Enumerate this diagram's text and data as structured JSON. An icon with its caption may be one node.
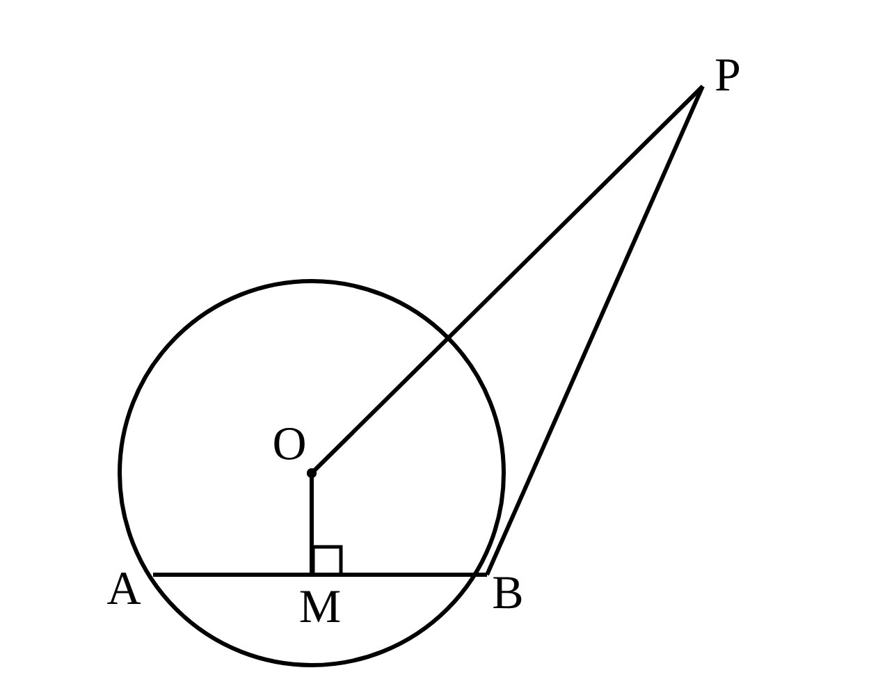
{
  "diagram": {
    "nodes": [
      {
        "text": [
          "P"
        ]
      },
      {
        "text": [
          "O"
        ]
      },
      {
        "text": [
          "A"
        ]
      },
      {
        "text": [
          "M"
        ]
      },
      {
        "text": [
          "B"
        ]
      }
    ],
    "edges": [
      {
        "from": 1,
        "to": 0,
        "arrow": "other"
      },
      {
        "from": 0,
        "to": 4,
        "arrow": "none"
      },
      {
        "from": 1,
        "to": 3,
        "arrow": "other"
      },
      {
        "from": 2,
        "to": 4,
        "arrow": "none"
      }
    ]
  }
}
